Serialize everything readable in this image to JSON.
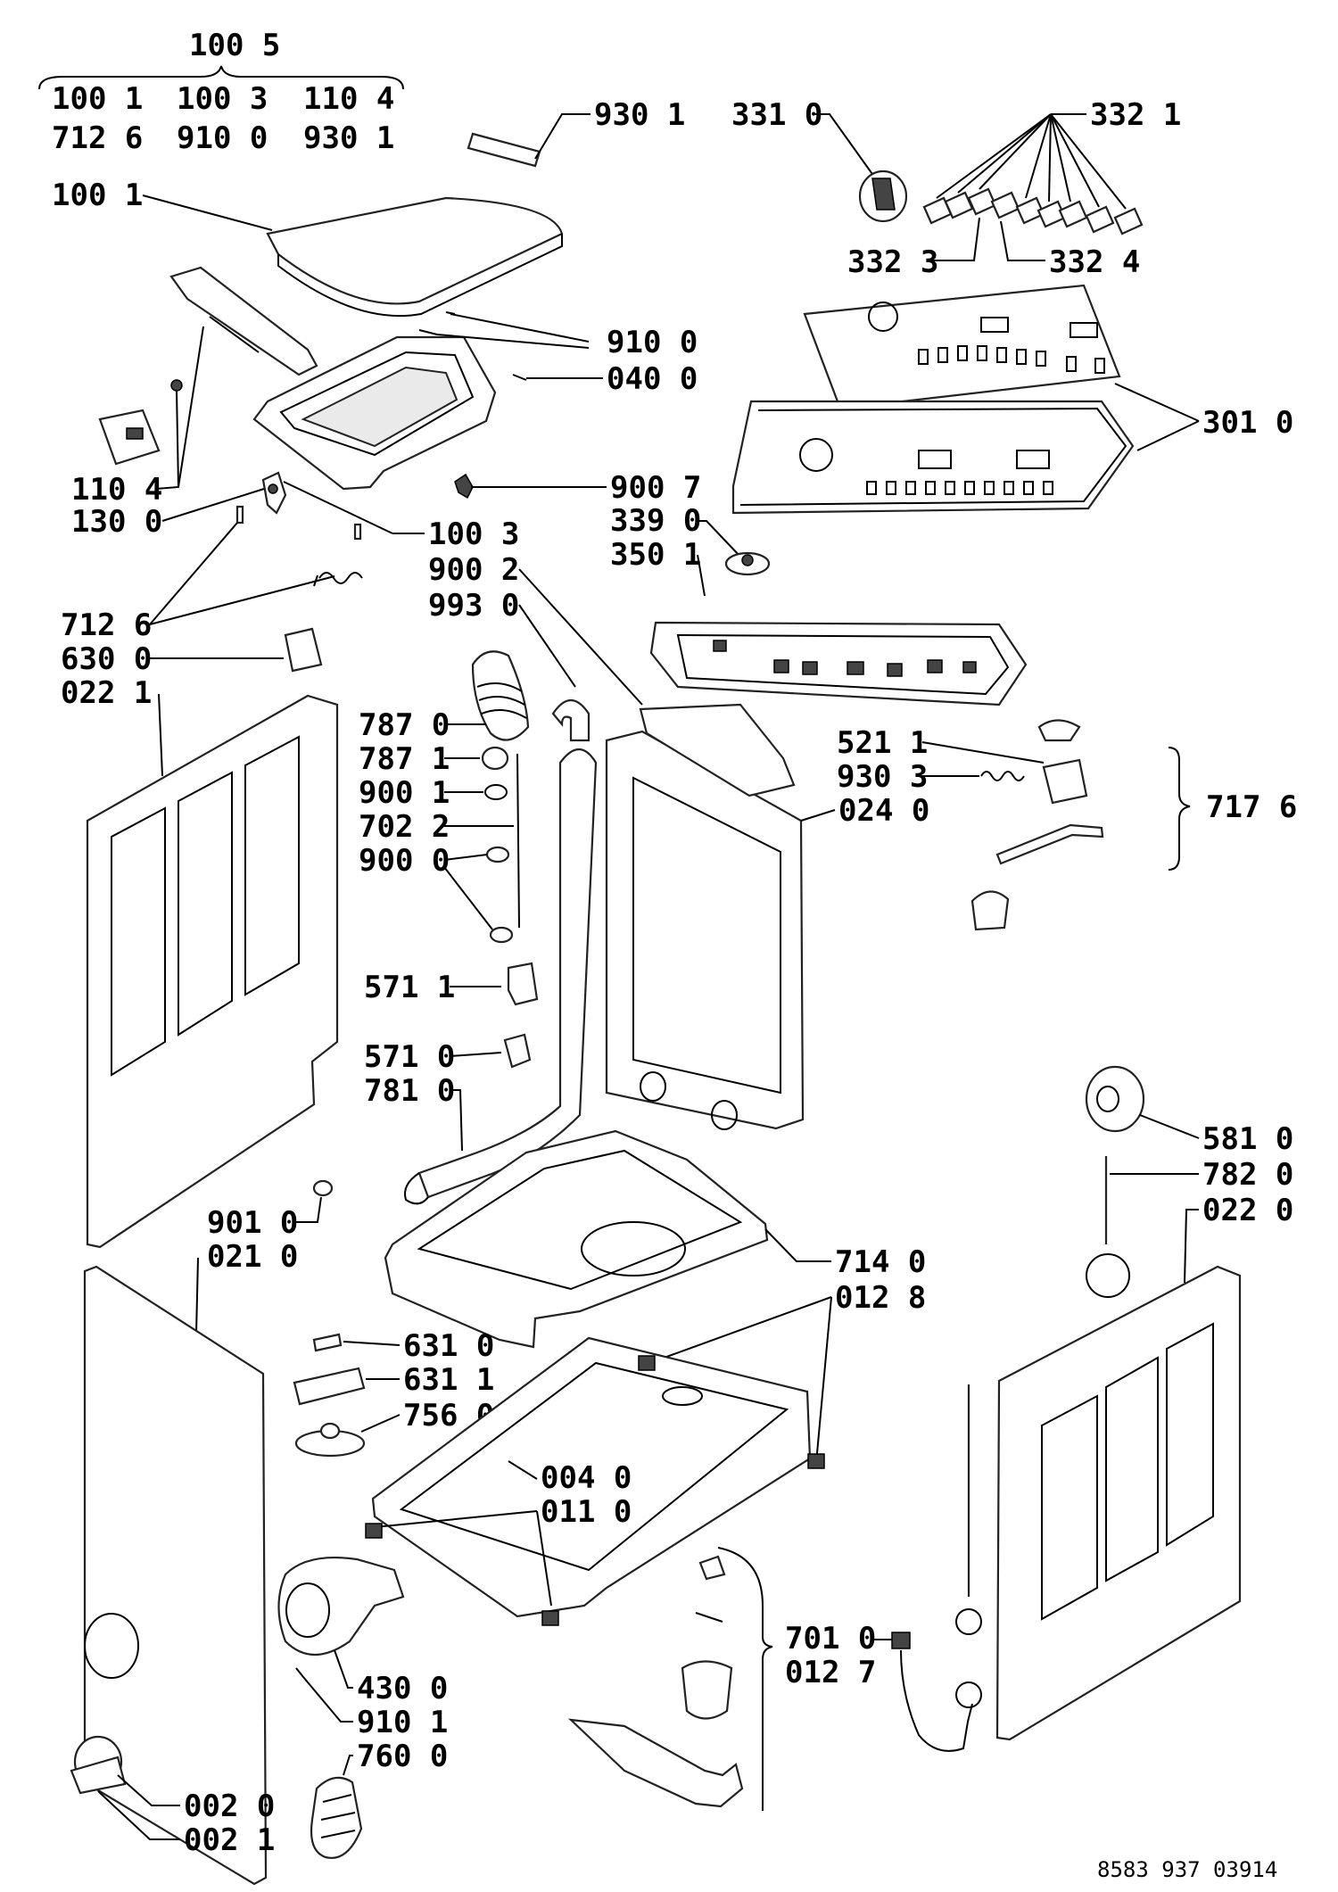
{
  "group_header": "100 5",
  "group_items": [
    "100 1",
    "100 3",
    "110 4",
    "712 6",
    "910 0",
    "930 1"
  ],
  "labels": {
    "l100_1": "100 1",
    "l110_4": "110 4",
    "l130_0": "130 0",
    "l712_6": "712 6",
    "l630_0": "630 0",
    "l022_1": "022 1",
    "l930_1": "930 1",
    "l331_0": "331 0",
    "l332_1": "332 1",
    "l332_3": "332 3",
    "l332_4": "332 4",
    "l910_0": "910 0",
    "l040_0": "040 0",
    "l301_0": "301 0",
    "l900_7": "900 7",
    "l339_0": "339 0",
    "l350_1": "350 1",
    "l100_3": "100 3",
    "l900_2": "900 2",
    "l993_0": "993 0",
    "l787_0": "787 0",
    "l787_1": "787 1",
    "l900_1": "900 1",
    "l702_2": "702 2",
    "l900_0": "900 0",
    "l571_1": "571 1",
    "l571_0": "571 0",
    "l781_0": "781 0",
    "l521_1": "521 1",
    "l930_3": "930 3",
    "l024_0": "024 0",
    "l717_6": "717 6",
    "l581_0": "581 0",
    "l782_0": "782 0",
    "l022_0": "022 0",
    "l901_0": "901 0",
    "l021_0": "021 0",
    "l714_0": "714 0",
    "l012_8": "012 8",
    "l631_0": "631 0",
    "l631_1": "631 1",
    "l756_0": "756 0",
    "l004_0": "004 0",
    "l011_0": "011 0",
    "l430_0": "430 0",
    "l910_1": "910 1",
    "l760_0": "760 0",
    "l701_0": "701 0",
    "l012_7": "012 7",
    "l002_0": "002 0",
    "l002_1": "002 1"
  },
  "reference": "8583 937 03914"
}
